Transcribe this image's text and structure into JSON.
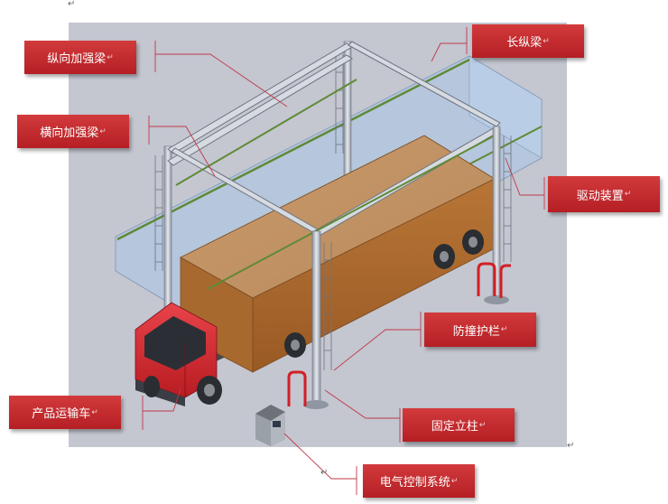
{
  "colors": {
    "label_bg": "#c62a2e",
    "label_text": "#ffffff",
    "leader_line": "#c0394a",
    "render_bg": "#c4c6d0",
    "truck_cab": "#d9262c",
    "cargo_box": "#b0642a",
    "frame_steel": "#b7bcc6",
    "glass_panel": "#9fc3e6"
  },
  "labels": {
    "longitudinal_beam": "纵向加强梁",
    "transverse_beam": "横向加强梁",
    "long_beam": "长纵梁",
    "drive_unit": "驱动装置",
    "guardrail": "防撞护栏",
    "transport_truck": "产品运输车",
    "fixed_column": "固定立柱",
    "electric_control": "电气控制系统"
  },
  "paragraph_mark": "↵"
}
